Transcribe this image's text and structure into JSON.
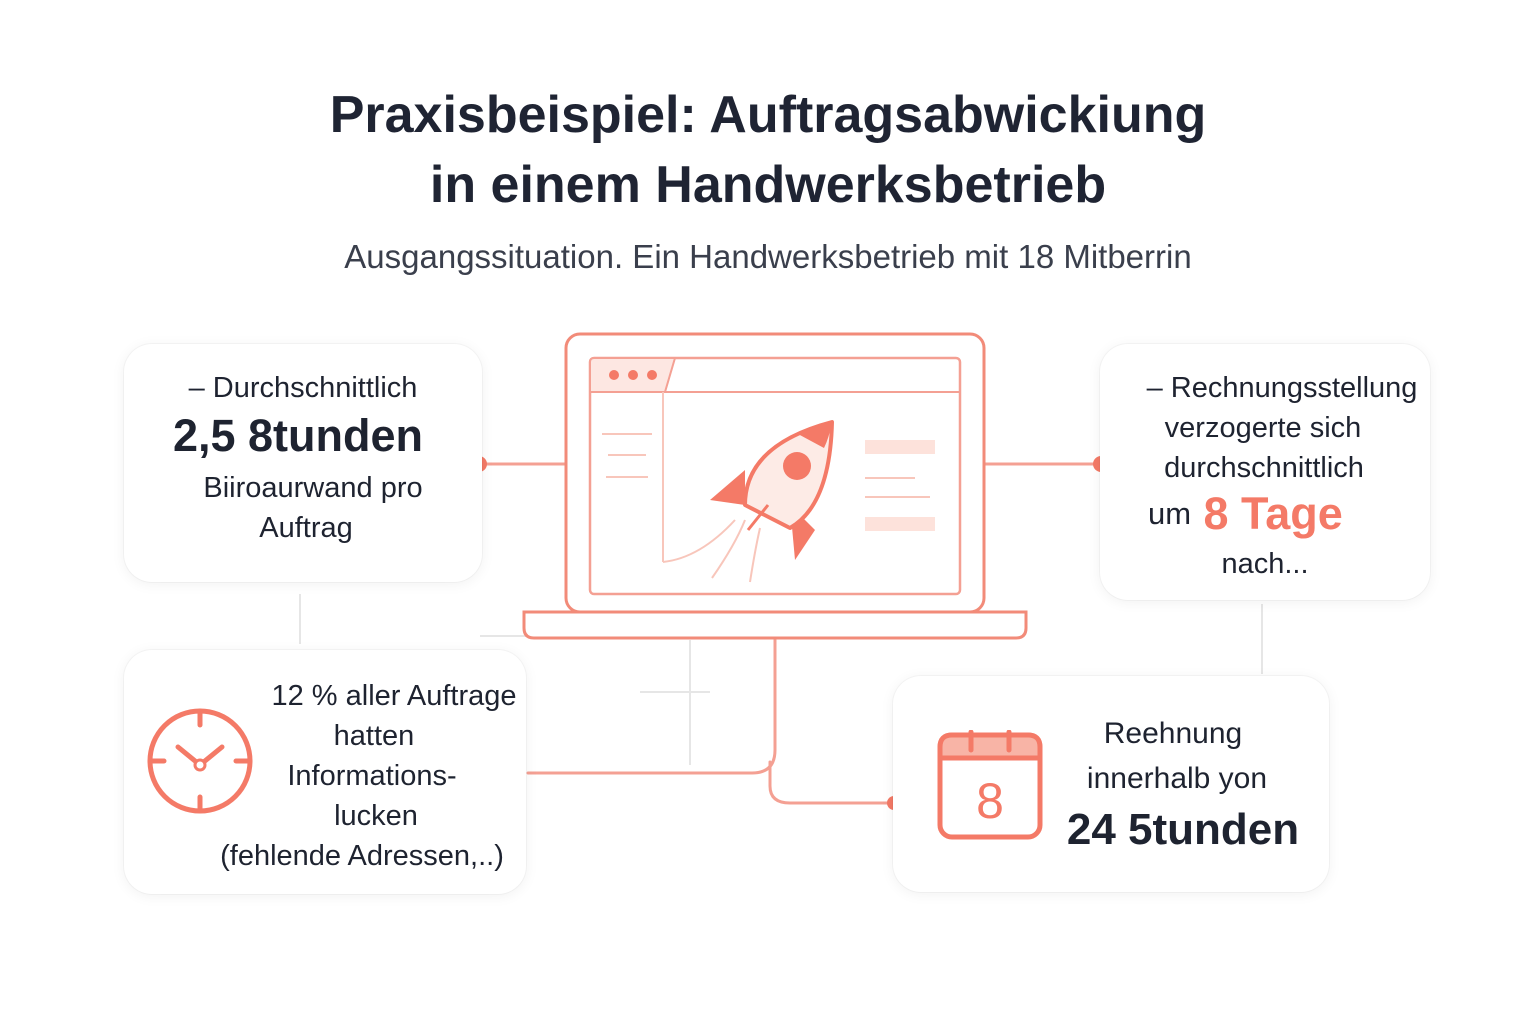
{
  "header": {
    "title_line1": "Praxisbeispiel: Auftragsabwickiung",
    "title_line2": "in einem Handwerksbetrieb",
    "subtitle": "Ausgangssituation. Ein Handwerksbetrieb mit 18 Mitberrin"
  },
  "cards": {
    "top_left": {
      "line1": "– Durchschnittlich",
      "highlight": "2,5 8tunden",
      "line2": "Biiroaurwand pro",
      "line3": "Auftrag"
    },
    "top_right": {
      "line1": "– Rechnungsstellung",
      "line2": "verzogerte sich",
      "line3": "durchschnittlich",
      "prefix": "um",
      "highlight": "8 Tage",
      "line4": "nach..."
    },
    "bottom_left": {
      "line1": "12 % aller Auftrage",
      "line2": "hatten",
      "line3": "Informations-",
      "line4": "lucken",
      "line5": "(fehlende Adressen,..)"
    },
    "bottom_right": {
      "calendar_number": "8",
      "line1": "Reehnung",
      "line2": "innerhalb yon",
      "highlight": "24 5tunden"
    }
  },
  "icons": {
    "center": "laptop-rocket-icon",
    "bottom_left": "clock-icon",
    "bottom_right": "calendar-icon"
  },
  "colors": {
    "accent": "#f47a67",
    "text": "#1e2330",
    "line": "#f4a093"
  }
}
